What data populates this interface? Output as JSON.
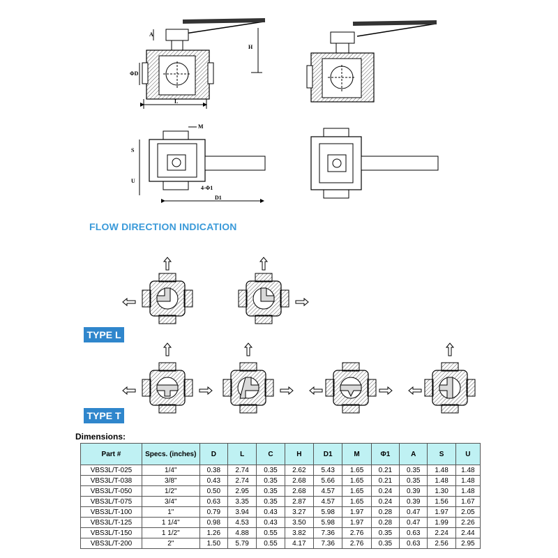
{
  "drawing_labels": {
    "a": "A",
    "h": "H",
    "phi_d": "ΦD",
    "l": "L",
    "m": "M",
    "s": "S",
    "u": "U",
    "holes": "4-Φ1",
    "d1": "D1"
  },
  "flow_title": "FLOW DIRECTION INDICATION",
  "type_l": "TYPE L",
  "type_t": "TYPE T",
  "dimensions_title": "Dimensions:",
  "table": {
    "headers": [
      "Part #",
      "Specs. (inches)",
      "D",
      "L",
      "C",
      "H",
      "D1",
      "M",
      "Φ1",
      "A",
      "S",
      "U"
    ],
    "rows": [
      [
        "VBS3L/T-025",
        "1/4\"",
        "0.38",
        "2.74",
        "0.35",
        "2.62",
        "5.43",
        "1.65",
        "0.21",
        "0.35",
        "1.48",
        "1.48"
      ],
      [
        "VBS3L/T-038",
        "3/8\"",
        "0.43",
        "2.74",
        "0.35",
        "2.68",
        "5.66",
        "1.65",
        "0.21",
        "0.35",
        "1.48",
        "1.48"
      ],
      [
        "VBS3L/T-050",
        "1/2\"",
        "0.50",
        "2.95",
        "0.35",
        "2.68",
        "4.57",
        "1.65",
        "0.24",
        "0.39",
        "1.30",
        "1.48"
      ],
      [
        "VBS3L/T-075",
        "3/4\"",
        "0.63",
        "3.35",
        "0.35",
        "2.87",
        "4.57",
        "1.65",
        "0.24",
        "0.39",
        "1.56",
        "1.67"
      ],
      [
        "VBS3L/T-100",
        "1\"",
        "0.79",
        "3.94",
        "0.43",
        "3.27",
        "5.98",
        "1.97",
        "0.28",
        "0.47",
        "1.97",
        "2.05"
      ],
      [
        "VBS3L/T-125",
        "1 1/4\"",
        "0.98",
        "4.53",
        "0.43",
        "3.50",
        "5.98",
        "1.97",
        "0.28",
        "0.47",
        "1.99",
        "2.26"
      ],
      [
        "VBS3L/T-150",
        "1 1/2\"",
        "1.26",
        "4.88",
        "0.55",
        "3.82",
        "7.36",
        "2.76",
        "0.35",
        "0.63",
        "2.24",
        "2.44"
      ],
      [
        "VBS3L/T-200",
        "2\"",
        "1.50",
        "5.79",
        "0.55",
        "4.17",
        "7.36",
        "2.76",
        "0.35",
        "0.63",
        "2.56",
        "2.95"
      ]
    ]
  }
}
